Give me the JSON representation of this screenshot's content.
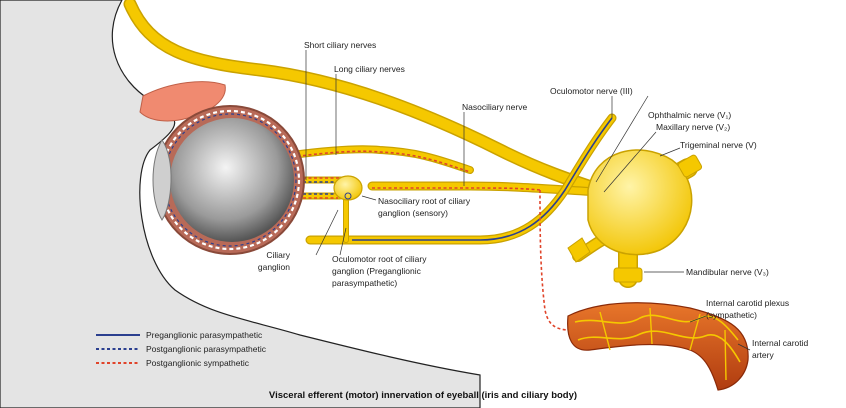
{
  "diagram": {
    "caption": "Visceral efferent (motor) innervation of eyeball (iris and ciliary body)",
    "labels": {
      "short_ciliary_nerves": "Short ciliary nerves",
      "long_ciliary_nerves": "Long ciliary nerves",
      "nasociliary_nerve": "Nasociliary nerve",
      "oculomotor_nerve": "Oculomotor nerve (III)",
      "ophthalmic_nerve": "Ophthalmic nerve (V₁)",
      "maxillary_nerve": "Maxillary nerve (V₂)",
      "trigeminal_nerve": "Trigeminal nerve (V)",
      "nasociliary_root_l1": "Nasociliary root of ciliary",
      "nasociliary_root_l2": "ganglion (sensory)",
      "ciliary_ganglion_l1": "Ciliary",
      "ciliary_ganglion_l2": "ganglion",
      "oculomotor_root_l1": "Oculomotor root of ciliary",
      "oculomotor_root_l2": "ganglion (Preganglionic",
      "oculomotor_root_l3": "parasympathetic)",
      "mandibular_nerve": "Mandibular nerve (V₃)",
      "internal_carotid_plexus_l1": "Internal carotid plexus",
      "internal_carotid_plexus_l2": "(sympathetic)",
      "internal_carotid_artery_l1": "Internal carotid",
      "internal_carotid_artery_l2": "artery"
    },
    "legend": [
      {
        "label": "Preganglionic parasympathetic",
        "color": "#2b3f8f"
      },
      {
        "label": "Postganglionic parasympathetic",
        "color": "#2b3f8f"
      },
      {
        "label": "Postganglionic sympathetic",
        "color": "#e0442a"
      }
    ],
    "colors": {
      "nerve": "#f5c800",
      "nerve_outline": "#caa200",
      "orbit_bg": "#e6e6e6",
      "muscle": "#f08a70",
      "artery": "#d4561a"
    }
  }
}
